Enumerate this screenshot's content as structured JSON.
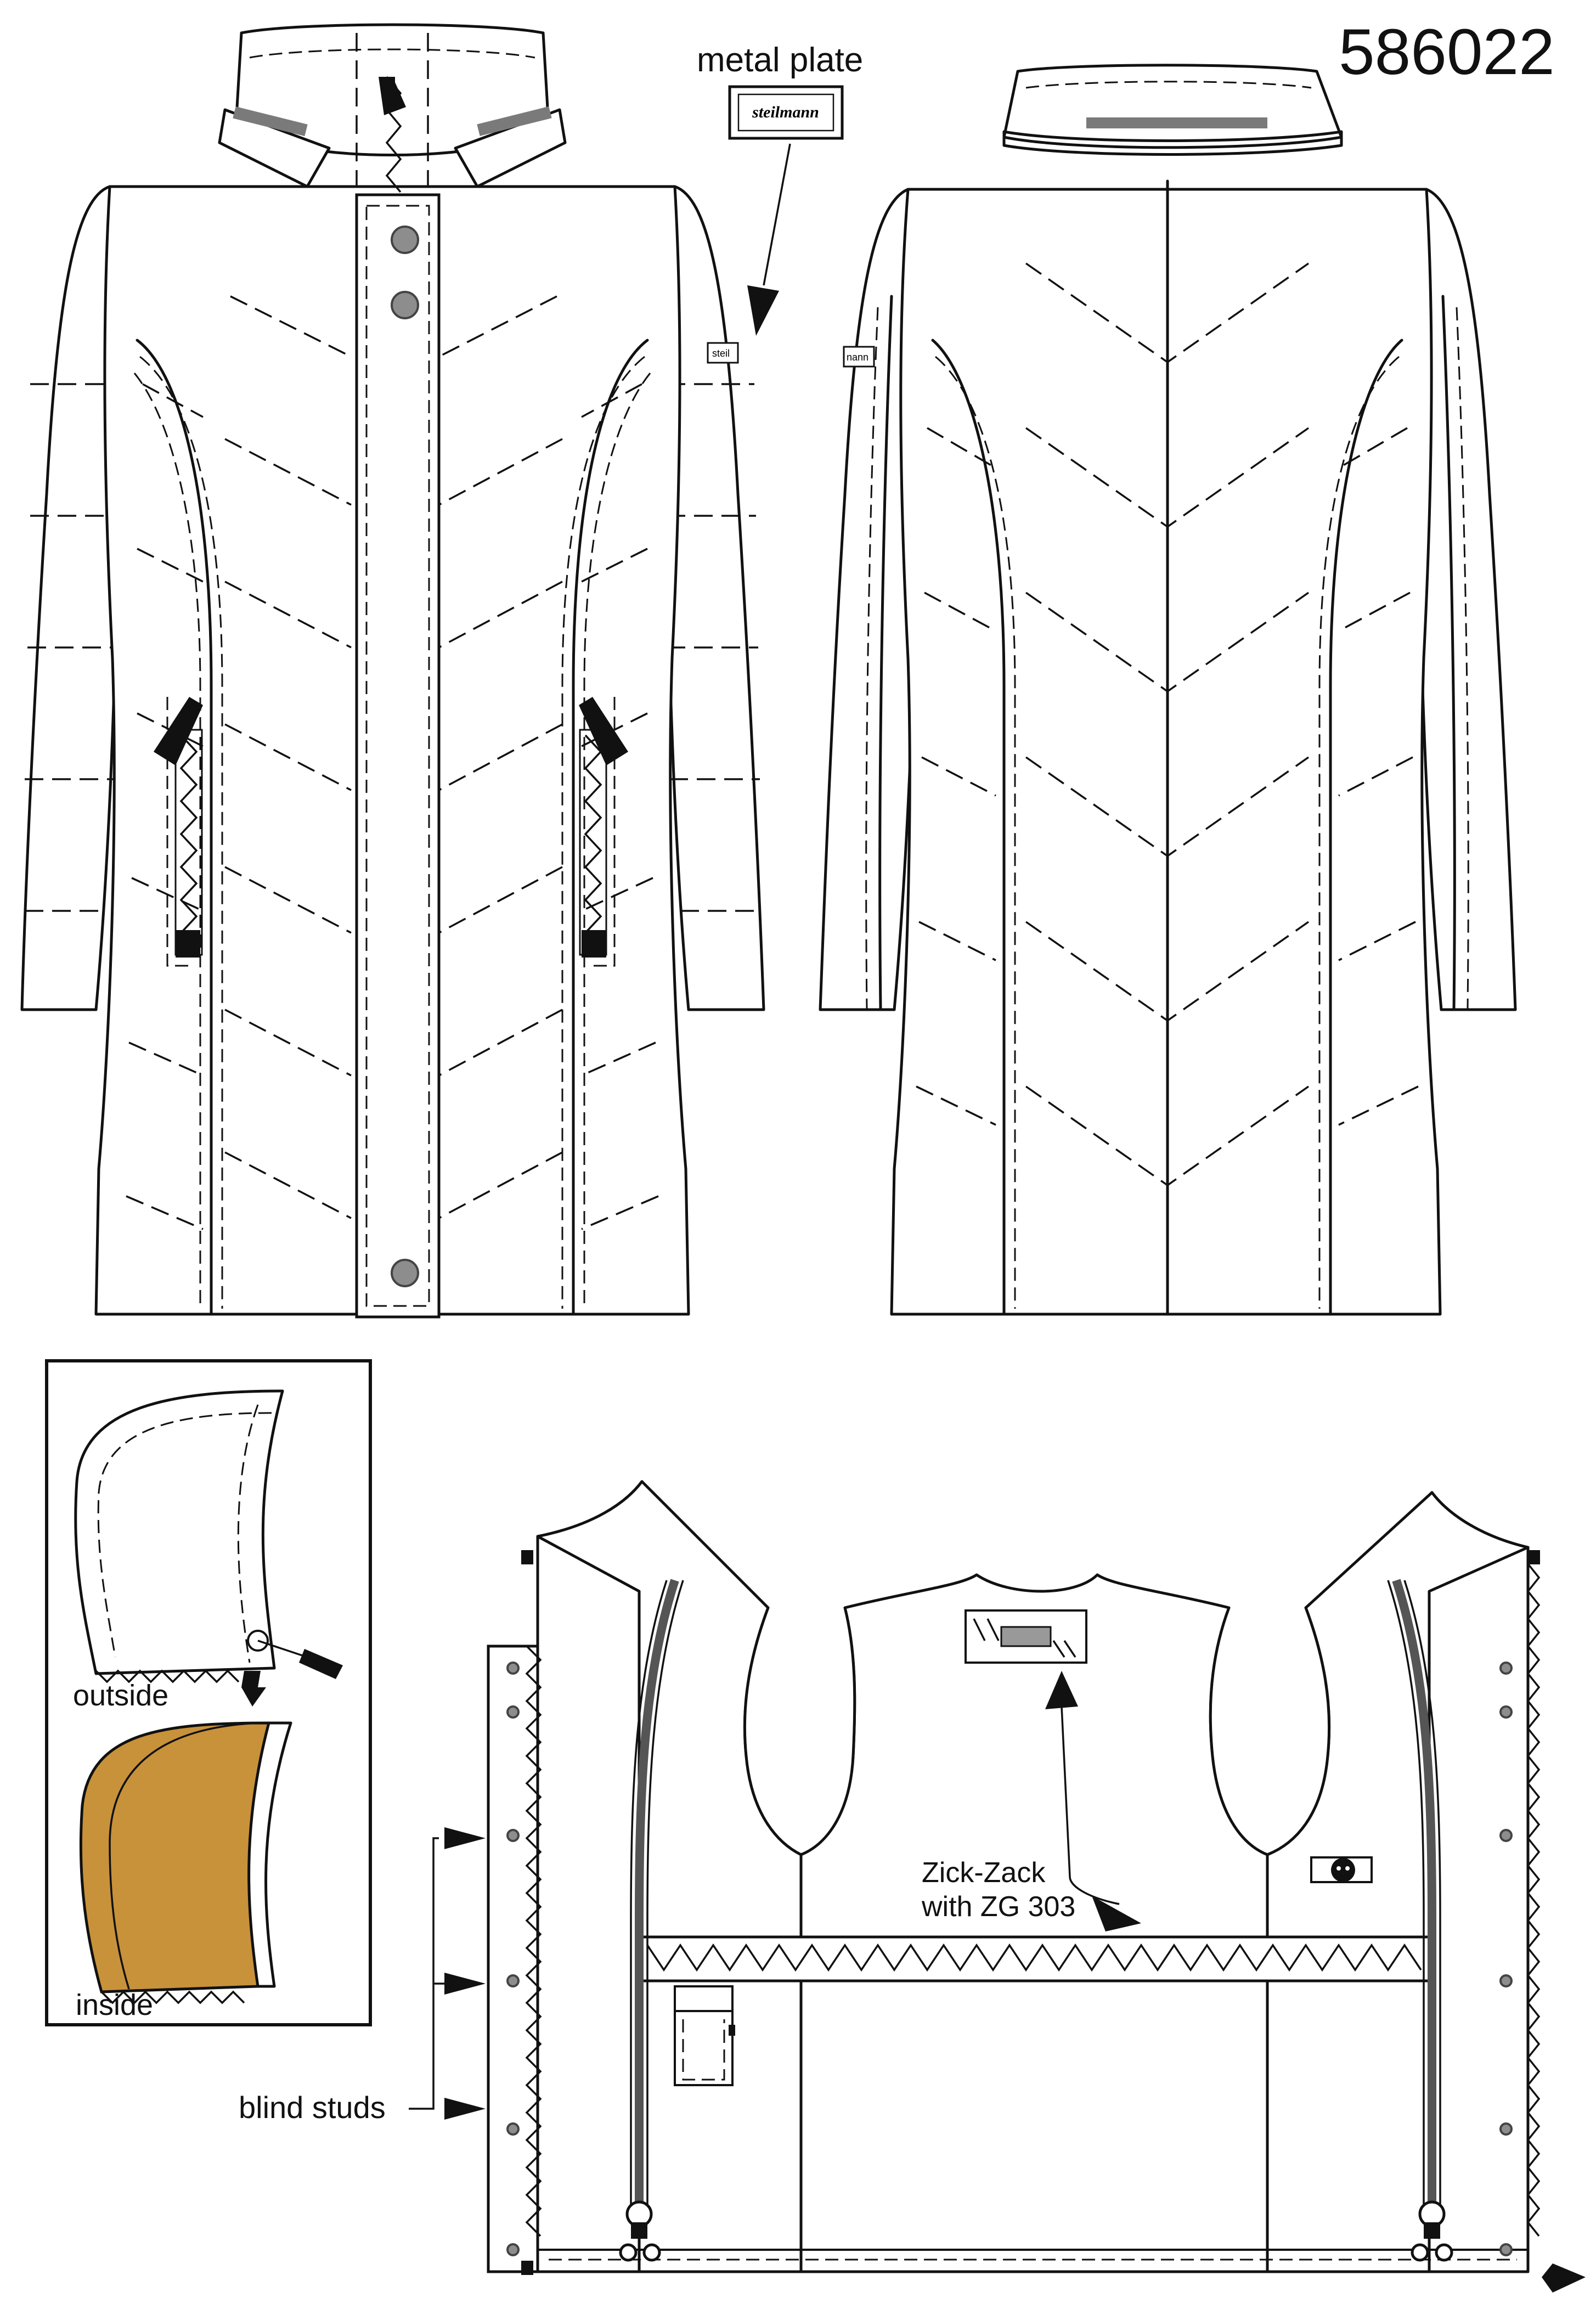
{
  "sheet": {
    "article_number": "586022",
    "label_metal_plate": "metal plate",
    "plate_text": "steilmann",
    "sleeve_tab_front": "steil",
    "sleeve_tab_back": "nann"
  },
  "hood_inset": {
    "label_outside": "outside",
    "label_inside": "inside",
    "lining_color": "#c8923a"
  },
  "inside_view": {
    "label_zickzack_line1": "Zick-Zack",
    "label_zickzack_line2": "with ZG 303",
    "label_blind_studs": "blind studs",
    "zip_color": "#555555"
  }
}
